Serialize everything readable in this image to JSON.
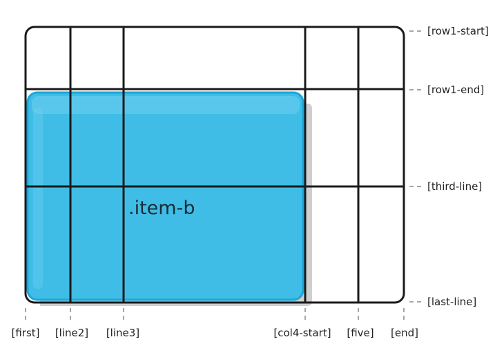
{
  "item": {
    "label": ".item-b",
    "fill_color": "#3fbde6",
    "border_color": "#1aa6d9",
    "shadow_color": "#cfcfcf"
  },
  "column_lines": [
    "[first]",
    "[line2]",
    "[line3]",
    "[col4-start]",
    "[five]",
    "[end]"
  ],
  "row_lines": [
    "[row1-start]",
    "[row1-end]",
    "[third-line]",
    "[last-line]"
  ],
  "colors": {
    "grid_line": "#1a1a1a",
    "dash": "#888888",
    "label_text": "#222222"
  }
}
